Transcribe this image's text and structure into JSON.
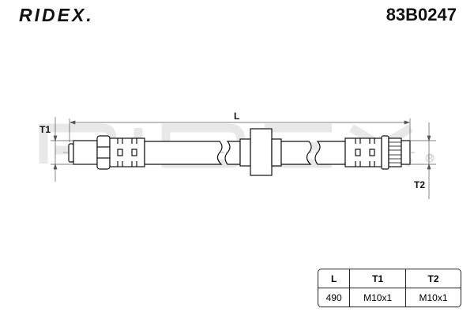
{
  "header": {
    "brand": "RIDEX.",
    "part_number": "83B0247"
  },
  "drawing": {
    "length_label": "L",
    "thread1_label": "T1",
    "thread2_label": "T2",
    "watermark": "RIDEX",
    "registered": "®"
  },
  "spec_table": {
    "headers": [
      "L",
      "T1",
      "T2"
    ],
    "values": [
      "490",
      "M10x1",
      "M10x1"
    ]
  }
}
